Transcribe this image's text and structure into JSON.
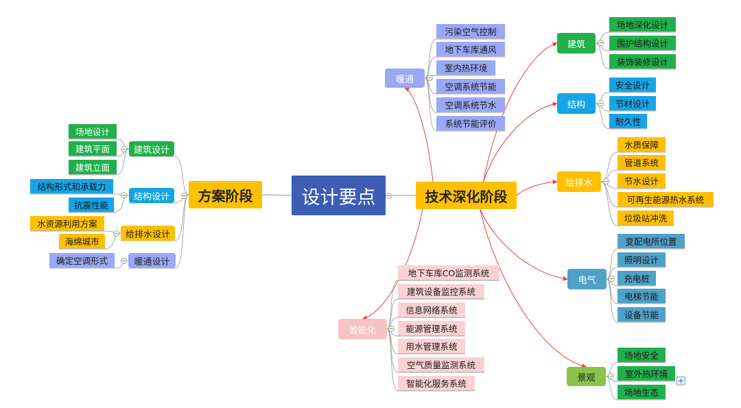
{
  "root": {
    "label": "设计要点"
  },
  "scheme": {
    "label": "方案阶段",
    "groups": [
      {
        "label": "建筑设计",
        "items": [
          "场地设计",
          "建筑平面",
          "建筑立面"
        ]
      },
      {
        "label": "结构设计",
        "items": [
          "结构形式和承载力",
          "抗震性能"
        ]
      },
      {
        "label": "给排水设计",
        "items": [
          "水资源利用方案",
          "海绵城市"
        ]
      },
      {
        "label": "暖通设计",
        "items": [
          "确定空调形式"
        ]
      }
    ]
  },
  "tech": {
    "label": "技术深化阶段",
    "groups": [
      {
        "label": "暖通",
        "items": [
          "污染空气控制",
          "地下车库通风",
          "室内热环境",
          "空调系统节能",
          "空调系统节水",
          "系统节能评价"
        ]
      },
      {
        "label": "建筑",
        "items": [
          "场地深化设计",
          "围护结构设计",
          "装饰装修设计"
        ]
      },
      {
        "label": "结构",
        "items": [
          "安全设计",
          "节材设计",
          "耐久性"
        ]
      },
      {
        "label": "给排水",
        "items": [
          "水质保障",
          "管道系统",
          "节水设计",
          "可再生能源热水系统",
          "垃圾站冲洗"
        ]
      },
      {
        "label": "电气",
        "items": [
          "变配电所位置",
          "照明设计",
          "充电桩",
          "电梯节能",
          "设备节能"
        ]
      },
      {
        "label": "智能化",
        "items": [
          "地下车库CO监测系统",
          "建筑设备监控系统",
          "信息网络系统",
          "能源管理系统",
          "用水管理系统",
          "空气质量监测系统",
          "智能化服务系统"
        ]
      },
      {
        "label": "景观",
        "items": [
          "场地安全",
          "室外热环境",
          "场地生态"
        ]
      }
    ]
  },
  "colors": {
    "root": "#3d5cb4",
    "branch": "#ffc000",
    "green": "#21b04b",
    "blue": "#15a4e6",
    "yellow": "#ffc000",
    "lilac": "#9aa8f6",
    "steel": "#4ea1c9",
    "lime": "#8ac24a",
    "pink": "#f9d3d3",
    "connector": "#a8a8a8",
    "arrow": "#e8413c"
  }
}
